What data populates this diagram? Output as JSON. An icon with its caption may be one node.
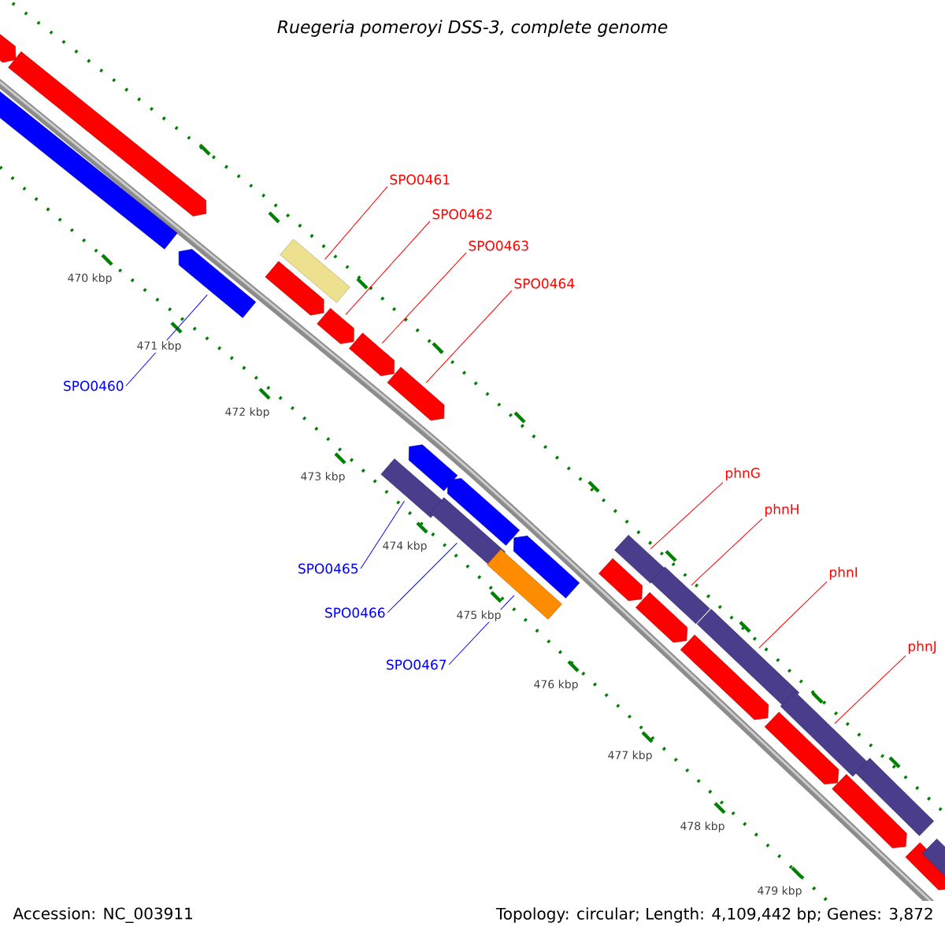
{
  "diagram": {
    "title": "*Ruegeria pomeroyi* DSS-3, complete genome",
    "nodes": [
      {
        "text": [
          "SPO0461"
        ]
      },
      {
        "text": [
          "SPO0462"
        ]
      },
      {
        "text": [
          "SPO0463"
        ]
      },
      {
        "text": [
          "SPO0464"
        ]
      },
      {
        "text": [
          "SPO0460"
        ]
      },
      {
        "text": [
          "phnG"
        ]
      },
      {
        "text": [
          "phnH"
        ]
      },
      {
        "text": [
          "SPO0465"
        ]
      },
      {
        "text": [
          "SPO0466"
        ]
      },
      {
        "text": [
          "phnI"
        ]
      },
      {
        "text": [
          "phnJ"
        ]
      },
      {
        "text": [
          "SPO0467"
        ]
      },
      {
        "text": [],
        "shape": "arrow"
      },
      {
        "text": [],
        "shape": "arrow"
      },
      {
        "text": [],
        "shape": "arrow"
      },
      {
        "text": [],
        "shape": "arrow"
      },
      {
        "text": [],
        "shape": "arrow"
      },
      {
        "text": [],
        "shape": "bar"
      },
      {
        "text": [],
        "shape": "arrow"
      },
      {
        "text": [],
        "shape": "arrow"
      },
      {
        "text": [],
        "shape": "arrow"
      },
      {
        "text": [],
        "shape": "bar"
      },
      {
        "text": [],
        "shape": "arrow"
      },
      {
        "text": [],
        "shape": "bar"
      },
      {
        "text": [],
        "shape": "arrow"
      },
      {
        "text": [],
        "shape": "bar"
      },
      {
        "text": [],
        "shape": "arrow"
      },
      {
        "text": [],
        "shape": "arrow"
      },
      {
        "text": [],
        "shape": "bar"
      },
      {
        "text": [],
        "shape": "arrow"
      },
      {
        "text": [],
        "shape": "bar"
      },
      {
        "text": [],
        "shape": "arrow"
      },
      {
        "text": [],
        "shape": "bar"
      },
      {
        "text": [],
        "shape": "arrow"
      },
      {
        "text": [],
        "shape": "bar"
      },
      {
        "text": [],
        "shape": "arrow"
      },
      {
        "text": [],
        "shape": "bar"
      },
      {
        "text": [],
        "shape": "arrow"
      },
      {
        "text": [],
        "shape": "bar"
      }
    ],
    "edges": [
      {
        "from": 0,
        "to": 17,
        "arrow": "none"
      },
      {
        "from": 1,
        "to": 18,
        "arrow": "none"
      },
      {
        "from": 2,
        "to": 19,
        "arrow": "none"
      },
      {
        "from": 3,
        "to": 20,
        "arrow": "none"
      },
      {
        "from": 4,
        "to": 15,
        "arrow": "none",
        "color": "#0000ff"
      },
      {
        "from": 5,
        "to": 28,
        "arrow": "none"
      },
      {
        "from": 6,
        "to": 30,
        "arrow": "none"
      },
      {
        "from": 7,
        "to": 21,
        "arrow": "none",
        "color": "#0000ff"
      },
      {
        "from": 8,
        "to": 23,
        "arrow": "none",
        "color": "#0000ff"
      },
      {
        "from": 9,
        "to": 32,
        "arrow": "none"
      },
      {
        "from": 10,
        "to": 34,
        "arrow": "none"
      },
      {
        "from": 11,
        "to": 25,
        "arrow": "none",
        "color": "#0000ff"
      }
    ],
    "labels": [
      "470 kbp",
      "471 kbp",
      "472 kbp",
      "473 kbp",
      "474 kbp",
      "475 kbp",
      "476 kbp",
      "477 kbp",
      "478 kbp",
      "479 kbp",
      "Accession: NC_003911",
      "Topology: circular; Length: 4,109,442 bp; Genes: 3,872"
    ]
  }
}
